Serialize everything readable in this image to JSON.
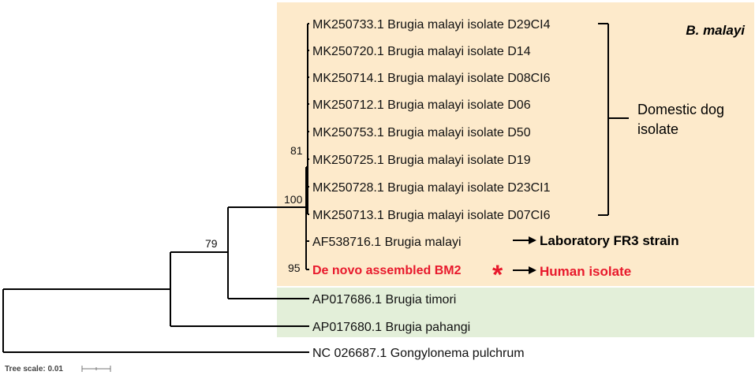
{
  "colors": {
    "malayi_box": "#fdeacb",
    "other_box": "#e3efd9",
    "highlight": "#e8192c",
    "line": "#000000"
  },
  "clade_label": "B. malayi",
  "leaves": [
    {
      "label": "MK250733.1 Brugia malayi isolate D29CI4"
    },
    {
      "label": "MK250720.1 Brugia malayi isolate D14"
    },
    {
      "label": "MK250714.1 Brugia malayi isolate D08CI6"
    },
    {
      "label": "MK250712.1 Brugia malayi isolate D06"
    },
    {
      "label": "MK250753.1 Brugia malayi isolate D50"
    },
    {
      "label": "MK250725.1 Brugia malayi isolate D19"
    },
    {
      "label": "MK250728.1 Brugia malayi isolate D23CI1"
    },
    {
      "label": "MK250713.1 Brugia malayi isolate D07CI6"
    },
    {
      "label": "AF538716.1 Brugia malayi"
    },
    {
      "label": "De novo assembled BM2"
    },
    {
      "label": "AP017686.1 Brugia timori"
    },
    {
      "label": "AP017680.1 Brugia pahangi"
    },
    {
      "label": "NC 026687.1 Gongylonema pulchrum"
    }
  ],
  "bootstrap": {
    "n81": "81",
    "n100": "100",
    "n79": "79",
    "n95": "95"
  },
  "bracket_label": [
    "Domestic dog",
    "isolate"
  ],
  "asterisk": "*",
  "annotations": {
    "lab": "Laboratory FR3 strain",
    "human": "Human isolate"
  },
  "tree_scale": "Tree scale: 0.01"
}
